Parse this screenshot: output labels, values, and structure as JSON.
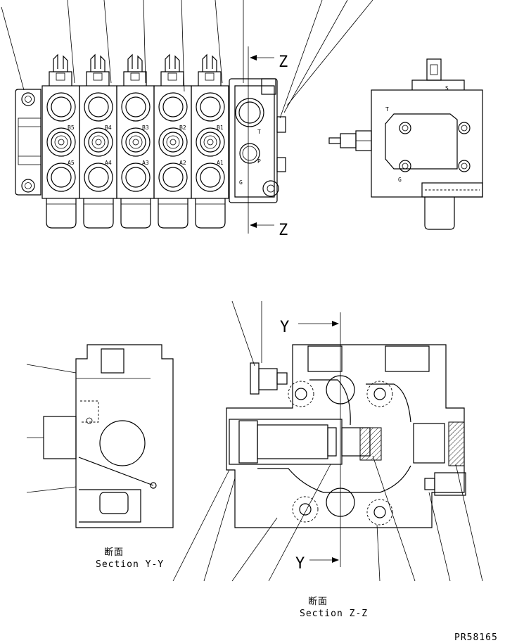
{
  "section_markers": {
    "z_top": "Z",
    "z_bottom": "Z",
    "y_top": "Y",
    "y_bottom": "Y"
  },
  "section_markers_port": {
    "t": "T",
    "p": "P",
    "g": "G"
  },
  "port_labels": {
    "b5": "B5",
    "a5": "A5",
    "b4": "B4",
    "a4": "A4",
    "b3": "B3",
    "a3": "A3",
    "b2": "B2",
    "a2": "A2",
    "b1": "B1",
    "a1": "A1"
  },
  "side_view_labels": {
    "s": "S",
    "t": "T",
    "g": "G"
  },
  "captions": {
    "yy_jp": "断面",
    "yy_en": "Section Y-Y",
    "zz_jp": "断面",
    "zz_en": "Section Z-Z"
  },
  "drawing_code": "PR58165"
}
